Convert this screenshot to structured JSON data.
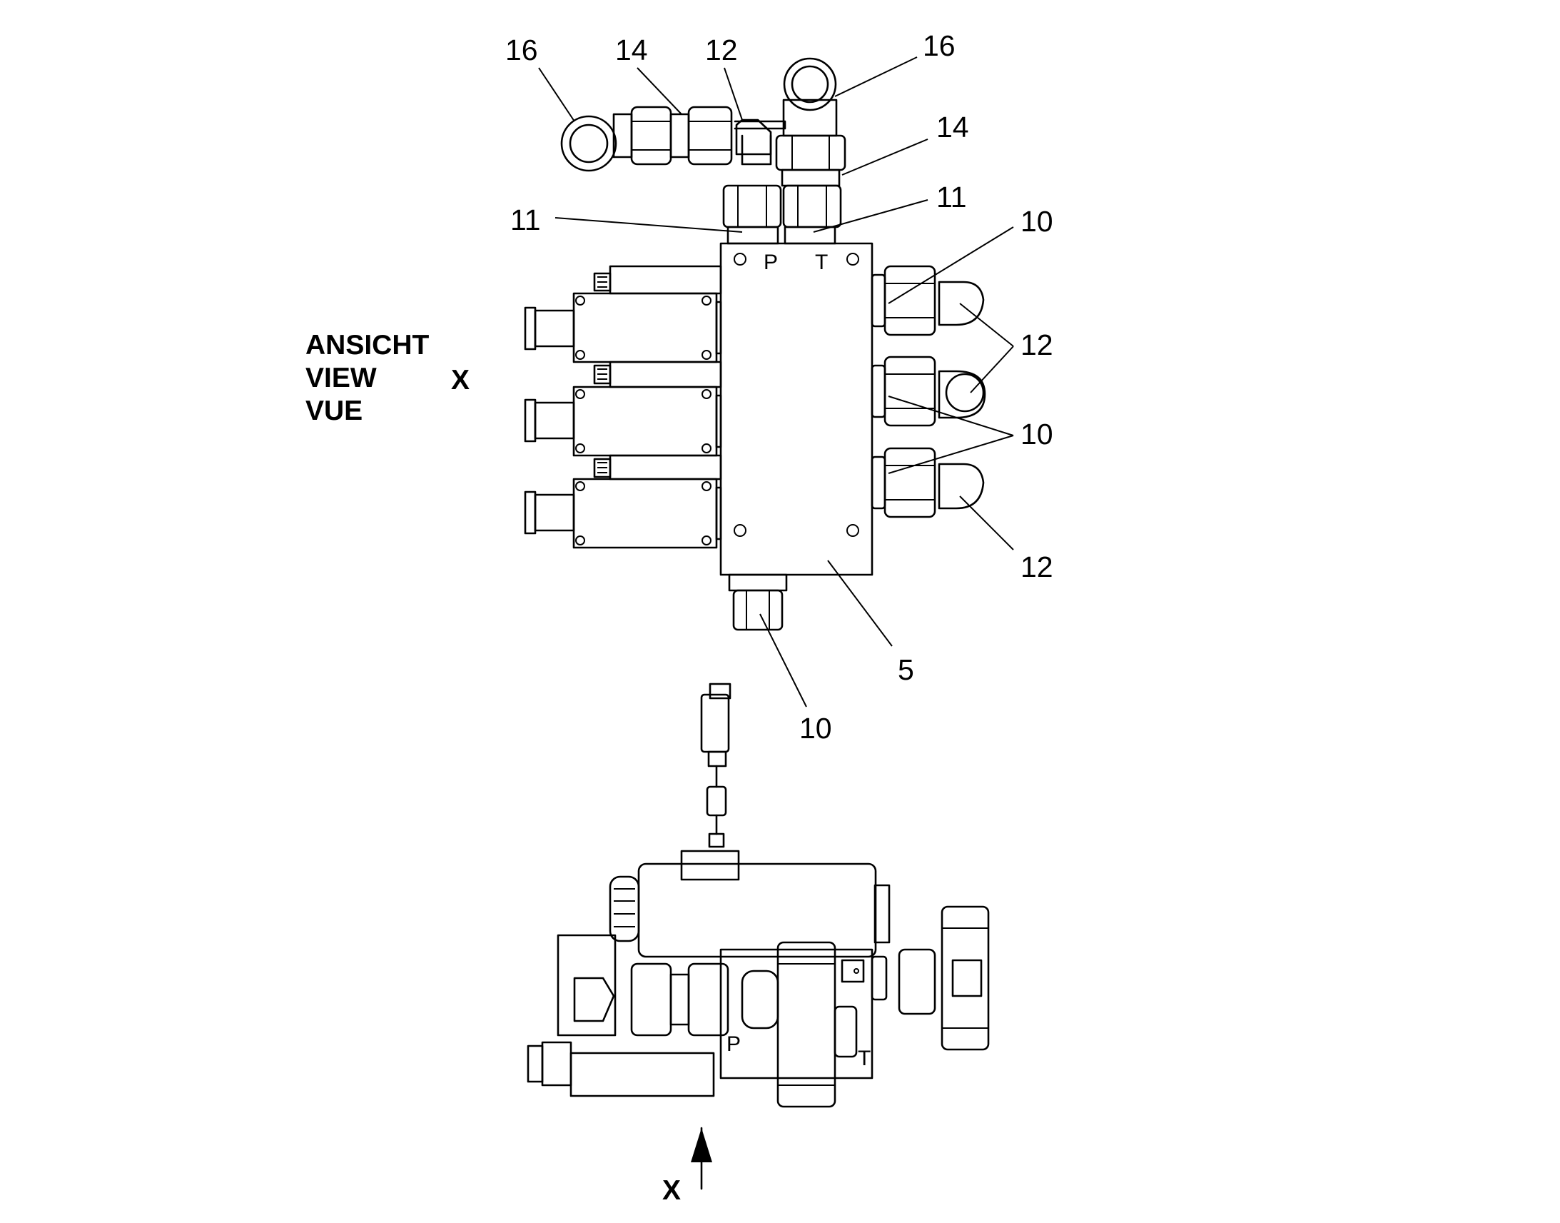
{
  "view_label": {
    "line1": "ANSICHT",
    "line2": "VIEW",
    "line3": "VUE",
    "letter": "X"
  },
  "view_arrow_letter": "X",
  "ports": {
    "upper_p": "P",
    "upper_t": "T",
    "lower_p": "P",
    "lower_t": "T"
  },
  "callouts": {
    "c16_left": "16",
    "c14_left": "14",
    "c12_top": "12",
    "c16_right": "16",
    "c14_right": "14",
    "c11_left": "11",
    "c11_right": "11",
    "c10_top": "10",
    "c12_mid": "12",
    "c10_mid": "10",
    "c12_low": "12",
    "c5": "5",
    "c10_bottom": "10"
  }
}
